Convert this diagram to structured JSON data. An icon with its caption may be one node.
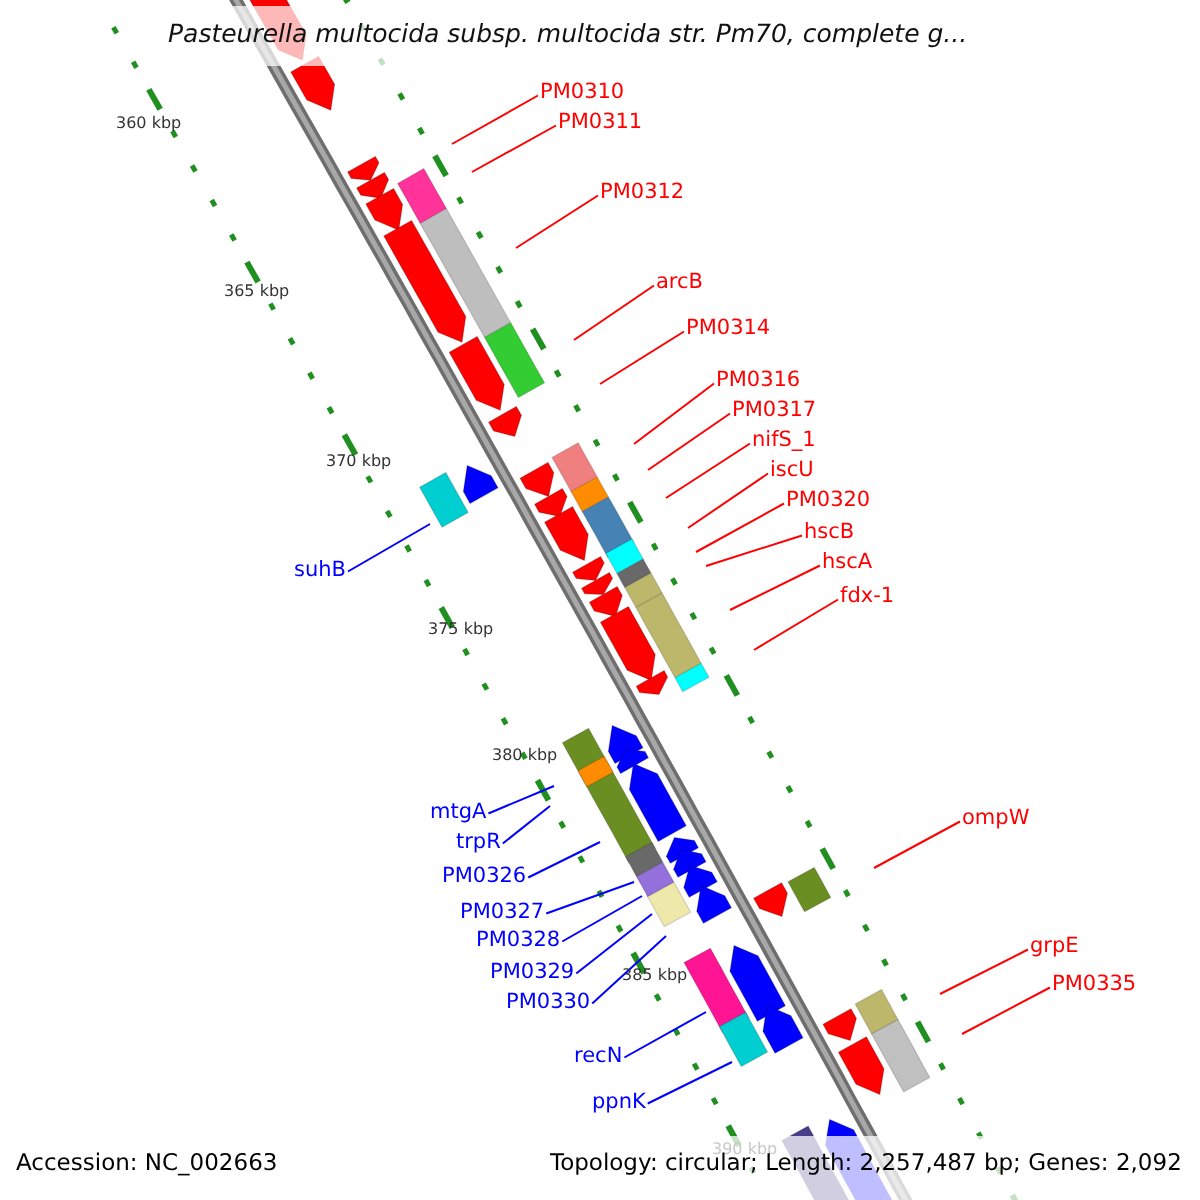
{
  "diagram": {
    "title": "Pasteurella multocida subsp. multocida str. Pm70, complete g...",
    "nodes": [
      {
        "text": [
          "PM0310"
        ]
      },
      {
        "text": [
          "PM0311"
        ]
      },
      {
        "text": [
          "PM0312"
        ]
      },
      {
        "text": [
          "arcB"
        ]
      },
      {
        "text": [
          "PM0314"
        ]
      },
      {
        "text": [
          "PM0316"
        ]
      },
      {
        "text": [
          "PM0317"
        ]
      },
      {
        "text": [
          "nifS_1"
        ]
      },
      {
        "text": [
          "iscU"
        ]
      },
      {
        "text": [
          "PM0320"
        ]
      },
      {
        "text": [
          "hscB"
        ]
      },
      {
        "text": [
          "hscA"
        ]
      },
      {
        "text": [
          "suhB"
        ]
      },
      {
        "text": [
          "fdx-1"
        ]
      },
      {
        "text": [
          "mtgA"
        ]
      },
      {
        "text": [
          "ompW"
        ]
      },
      {
        "text": [
          "trpR"
        ]
      },
      {
        "text": [
          "PM0326"
        ]
      },
      {
        "text": [
          "PM0327"
        ]
      },
      {
        "text": [
          "PM0328"
        ]
      },
      {
        "text": [
          "grpE"
        ]
      },
      {
        "text": [
          "PM0329"
        ]
      },
      {
        "text": [
          "PM0335"
        ]
      },
      {
        "text": [
          "PM0330"
        ]
      },
      {
        "text": [
          "recN"
        ]
      },
      {
        "text": [
          "ppnK"
        ]
      }
    ],
    "edges": [
      {
        "from": 0,
        "to": null,
        "arrow": "none"
      },
      {
        "from": 1,
        "to": null,
        "arrow": "none"
      },
      {
        "from": 2,
        "to": null,
        "arrow": "none"
      },
      {
        "from": 3,
        "to": null,
        "arrow": "none"
      },
      {
        "from": 4,
        "to": null,
        "arrow": "none"
      },
      {
        "from": 5,
        "to": null,
        "arrow": "none"
      },
      {
        "from": 6,
        "to": null,
        "arrow": "none"
      },
      {
        "from": 7,
        "to": null,
        "arrow": "none"
      },
      {
        "from": 8,
        "to": null,
        "arrow": "none"
      },
      {
        "from": 9,
        "to": null,
        "arrow": "none"
      },
      {
        "from": 10,
        "to": null,
        "arrow": "none"
      },
      {
        "from": 11,
        "to": null,
        "arrow": "none"
      },
      {
        "from": 12,
        "to": null,
        "arrow": "none",
        "color": "#0000ff"
      },
      {
        "from": 13,
        "to": null,
        "arrow": "none"
      },
      {
        "from": 14,
        "to": null,
        "arrow": "none",
        "color": "#0000ff"
      },
      {
        "from": 15,
        "to": null,
        "arrow": "none"
      },
      {
        "from": 16,
        "to": null,
        "arrow": "none",
        "color": "#0000ff"
      },
      {
        "from": 17,
        "to": null,
        "arrow": "none",
        "color": "#0000ff"
      },
      {
        "from": 18,
        "to": null,
        "arrow": "none",
        "color": "#0000ff"
      },
      {
        "from": 19,
        "to": null,
        "arrow": "none",
        "color": "#0000ff"
      },
      {
        "from": 20,
        "to": null,
        "arrow": "none"
      },
      {
        "from": 21,
        "to": null,
        "arrow": "none",
        "color": "#0000ff"
      },
      {
        "from": 22,
        "to": null,
        "arrow": "none"
      },
      {
        "from": 23,
        "to": null,
        "arrow": "none",
        "color": "#0000ff"
      },
      {
        "from": 24,
        "to": null,
        "arrow": "none",
        "color": "#0000ff"
      },
      {
        "from": 25,
        "to": null,
        "arrow": "none",
        "color": "#0000ff"
      }
    ],
    "labels": [
      "360 kbp",
      "365 kbp",
      "370 kbp",
      "375 kbp",
      "380 kbp",
      "385 kbp",
      "390 kbp",
      "Accession: NC_002663",
      "Topology: circular; Length: 2,257,487 bp; Genes: 2,092"
    ]
  }
}
